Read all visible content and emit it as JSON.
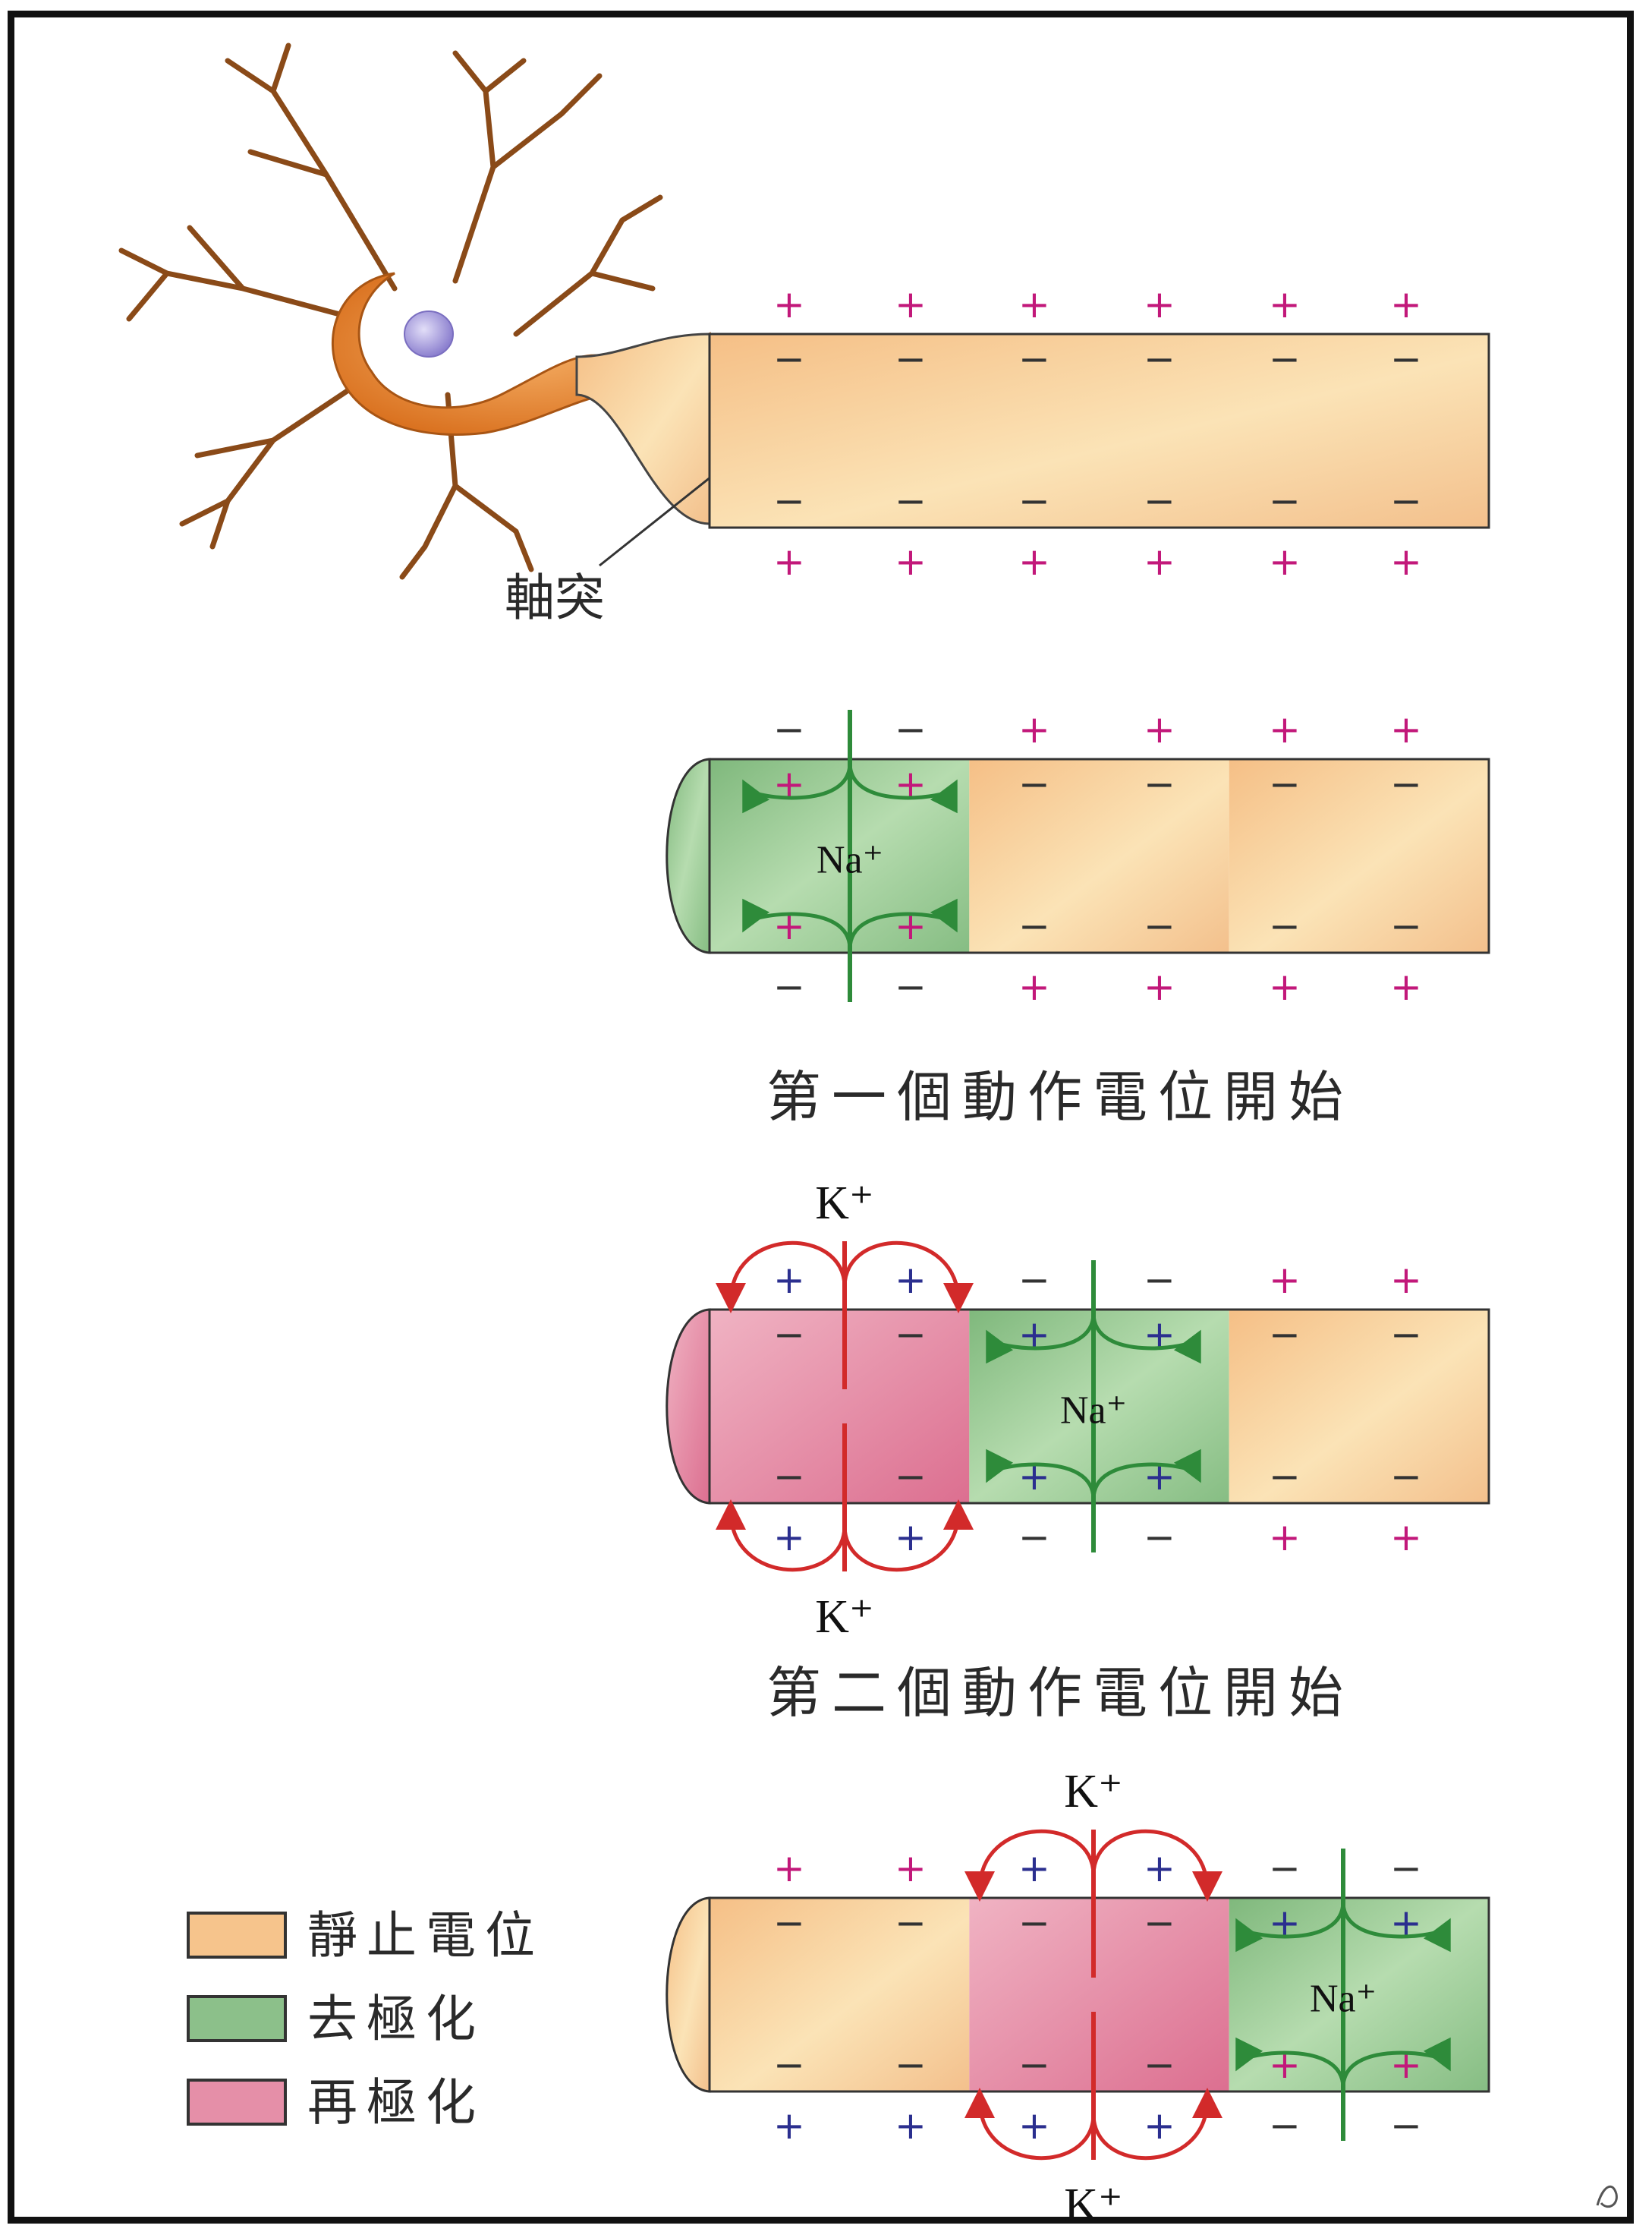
{
  "colors": {
    "resting": "#f6c48c",
    "depolarized": "#8cc08a",
    "repolarized": "#e58fa8",
    "soma": "#e9822c",
    "nucleus": "#9d93d8",
    "plus_sign": "#c2187a",
    "minus_sign": "#333333",
    "plus_blue": "#2b2f8f",
    "na_arrow": "#2e8b3a",
    "k_arrow": "#d22a2a",
    "outline": "#333333"
  },
  "labels": {
    "axon": "軸突",
    "caption_first": "第一個動作電位開始",
    "caption_second": "第二個動作電位開始",
    "na_ion": "Na⁺",
    "k_ion": "K⁺",
    "plus": "+",
    "minus": "−"
  },
  "legend": [
    {
      "label": "靜止電位",
      "color": "#f6c48c"
    },
    {
      "label": "去極化",
      "color": "#8cc08a"
    },
    {
      "label": "再極化",
      "color": "#e58fa8"
    }
  ],
  "panels": [
    {
      "name": "resting",
      "segments": [
        "resting"
      ]
    },
    {
      "name": "first-action-potential",
      "segments": [
        "depolarized",
        "resting",
        "resting"
      ]
    },
    {
      "name": "second-action-potential",
      "segments": [
        "repolarized",
        "depolarized",
        "resting"
      ]
    },
    {
      "name": "propagation",
      "segments": [
        "resting",
        "repolarized",
        "depolarized"
      ]
    }
  ]
}
